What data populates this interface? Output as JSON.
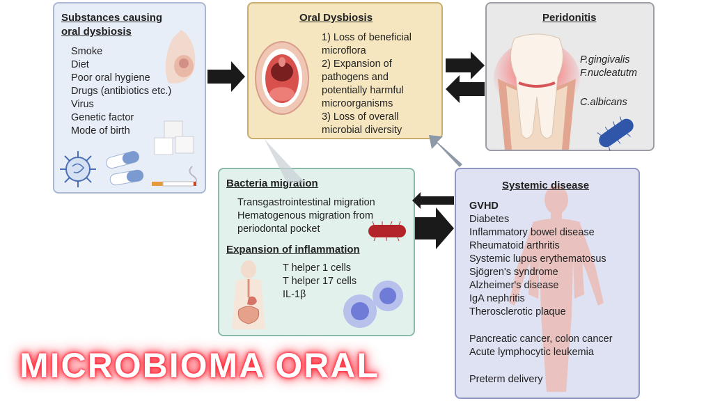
{
  "substances": {
    "title_line1": "Substances causing",
    "title_line2": "oral dysbiosis",
    "items": [
      "Smoke",
      "Diet",
      "Poor oral hygiene",
      "Drugs (antibiotics etc.)",
      "Virus",
      "Genetic factor",
      "Mode of birth"
    ]
  },
  "dysbiosis": {
    "title": "Oral Dysbiosis",
    "lines": [
      "1) Loss of beneficial",
      "microflora",
      "2) Expansion of",
      "pathogens and",
      "potentially harmful",
      "microorganisms",
      "3) Loss of overall",
      "microbial diversity"
    ]
  },
  "periodontitis": {
    "title": "Peridonitis",
    "species": [
      "P.gingivalis",
      "F.nucleatutm",
      "C.albicans"
    ]
  },
  "migration": {
    "title": "Bacteria migration",
    "lines": [
      "Transgastrointestinal migration",
      "Hematogenous migration from",
      "periodontal pocket"
    ],
    "inflammation_title": "Expansion of inflammation",
    "inflammation_items": [
      "T helper 1 cells",
      "T helper 17 cells",
      "IL-1β"
    ]
  },
  "systemic": {
    "title": "Systemic disease",
    "bold_item": "GVHD",
    "items": [
      "Diabetes",
      "Inflammatory bowel disease",
      "Rheumatoid arthritis",
      "Systemic lupus erythematosus",
      "Sjögren's syndrome",
      "Alzheimer's disease",
      "IgA nephritis",
      "Therosclerotic plaque"
    ],
    "cancers": [
      "Pancreatic cancer, colon cancer",
      "Acute lymphocytic leukemia"
    ],
    "other": "Preterm delivery"
  },
  "overlay_title": "MICROBIOMA ORAL",
  "colors": {
    "arrow": "#1a1a1a",
    "arrow_gray": "#8e99a8",
    "glow": "#ff2a3a"
  }
}
